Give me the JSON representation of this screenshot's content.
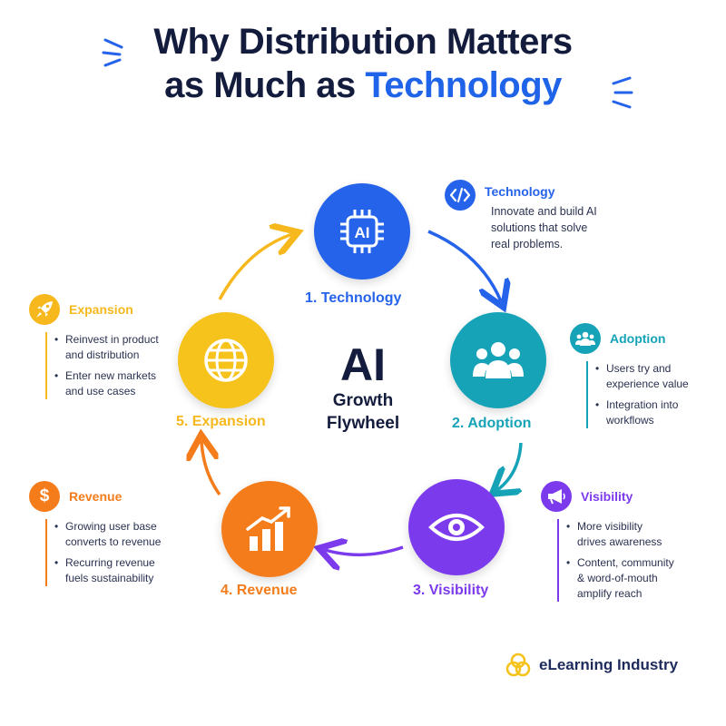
{
  "title": {
    "line1": "Why Distribution Matters",
    "line2_prefix": "as Much as ",
    "line2_accent": "Technology"
  },
  "center": {
    "big": "AI",
    "line1": "Growth",
    "line2": "Flywheel"
  },
  "nodes": [
    {
      "label": "1. Technology",
      "color": "#2563eb",
      "icon": "ai-chip-icon"
    },
    {
      "label": "2. Adoption",
      "color": "#16a3b8",
      "icon": "users-icon"
    },
    {
      "label": "3. Visibility",
      "color": "#7c3aed",
      "icon": "eye-icon"
    },
    {
      "label": "4. Revenue",
      "color": "#f47c1b",
      "icon": "bar-chart-icon"
    },
    {
      "label": "5. Expansion",
      "color": "#f6c21c",
      "icon": "globe-icon"
    }
  ],
  "cards": {
    "technology": {
      "title": "Technology",
      "body_lines": [
        "Innovate and build AI",
        "solutions that solve",
        "real problems."
      ],
      "icon": "code-icon",
      "color": "#2563eb"
    },
    "adoption": {
      "title": "Adoption",
      "bullets": [
        [
          "Users try and",
          "experience value"
        ],
        [
          "Integration into",
          "workflows"
        ]
      ],
      "icon": "users-icon",
      "color": "#16a3b8"
    },
    "visibility": {
      "title": "Visibility",
      "bullets": [
        [
          "More visibility",
          "drives awareness"
        ],
        [
          "Content, community",
          "& word-of-mouth",
          "amplify reach"
        ]
      ],
      "icon": "megaphone-icon",
      "color": "#7c3aed"
    },
    "revenue": {
      "title": "Revenue",
      "bullets": [
        [
          "Growing user base",
          "converts to revenue"
        ],
        [
          "Recurring revenue",
          "fuels sustainability"
        ]
      ],
      "icon": "dollar-icon",
      "color": "#f47c1b"
    },
    "expansion": {
      "title": "Expansion",
      "bullets": [
        [
          "Reinvest in product",
          "and distribution"
        ],
        [
          "Enter new markets",
          "and use cases"
        ]
      ],
      "icon": "rocket-icon",
      "color": "#f6b81c"
    }
  },
  "brand": {
    "name": "eLearning Industry",
    "logo_color": "#f6c21c"
  }
}
